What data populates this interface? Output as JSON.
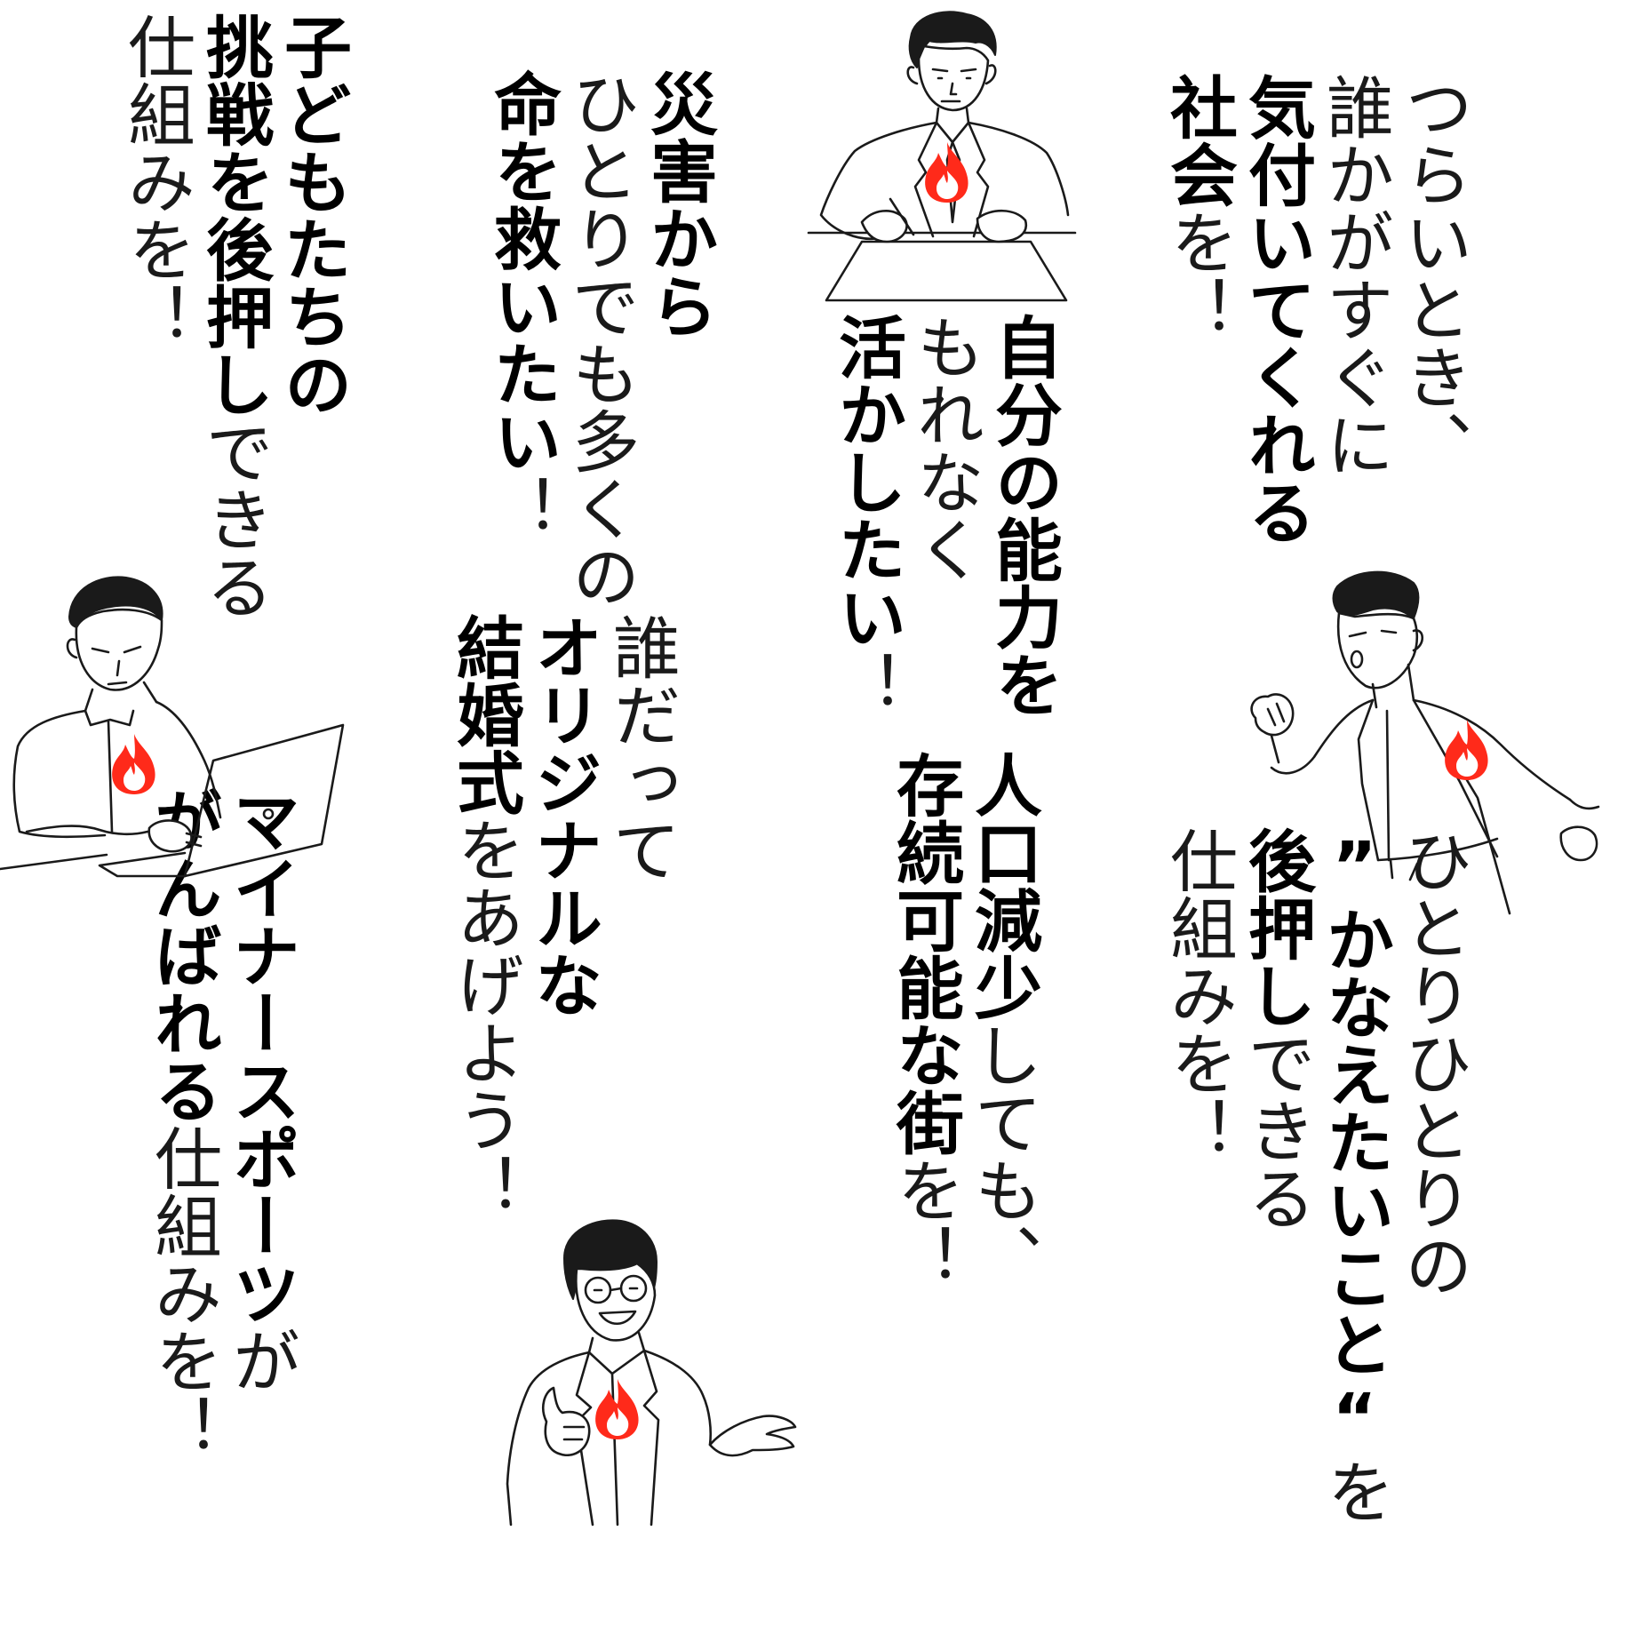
{
  "flame_color": "#ff2a1a",
  "line_color": "#1a1a1a",
  "phrases": [
    {
      "id": "kizuku",
      "lines": [
        [
          "つらいとき、"
        ],
        [
          "誰かがすぐに"
        ],
        [
          "",
          "気付いてくれる"
        ],
        [
          "",
          "社会",
          "を！"
        ]
      ]
    },
    {
      "id": "nouryoku",
      "lines": [
        [
          "",
          "自分の能力を"
        ],
        [
          "もれなく"
        ],
        [
          "",
          "活かしたい",
          "！"
        ]
      ]
    },
    {
      "id": "saigai",
      "lines": [
        [
          "",
          "災害から"
        ],
        [
          "ひとりでも多くの"
        ],
        [
          "",
          "命を救いたい",
          "！"
        ]
      ]
    },
    {
      "id": "kodomo",
      "lines": [
        [
          "",
          "子どもたちの"
        ],
        [
          "",
          "挑戦を後押し",
          "できる"
        ],
        [
          "仕組みを！"
        ]
      ]
    },
    {
      "id": "kanaetai",
      "lines": [
        [
          "ひとりひとりの"
        ],
        [
          "",
          "”かなえたいこと“",
          "を"
        ],
        [
          "",
          "後押し",
          "できる"
        ],
        [
          "仕組みを！"
        ]
      ]
    },
    {
      "id": "jinkou",
      "lines": [
        [
          "",
          "人口減少",
          "しても、"
        ],
        [
          "",
          "存続可能な街",
          "を！"
        ]
      ]
    },
    {
      "id": "kekkon",
      "lines": [
        [
          "誰だって"
        ],
        [
          "",
          "オリジナルな"
        ],
        [
          "",
          "結婚式",
          "をあげよう！"
        ]
      ]
    },
    {
      "id": "sports",
      "lines": [
        [
          "",
          "マイナースポーツ",
          "が"
        ],
        [
          "",
          "がんばれる",
          "仕組みを！"
        ]
      ]
    }
  ],
  "figures": [
    {
      "id": "person-desk",
      "icon": "person-writing-at-desk",
      "badge": "flame-icon"
    },
    {
      "id": "person-running",
      "icon": "person-running-fist",
      "badge": "flame-icon"
    },
    {
      "id": "person-laptop",
      "icon": "person-at-laptop",
      "badge": "flame-icon"
    },
    {
      "id": "person-glasses",
      "icon": "person-with-glasses-thumbs-up",
      "badge": "flame-icon"
    }
  ]
}
